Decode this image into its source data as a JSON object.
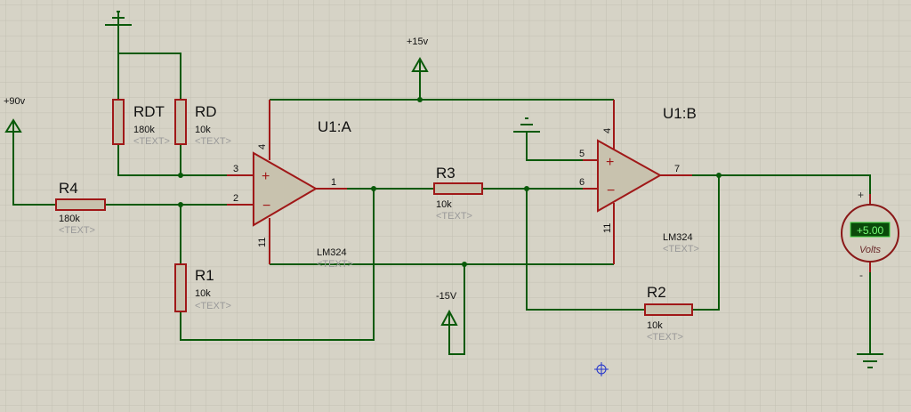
{
  "colors": {
    "wire": "#0a5a0a",
    "pin": "#a01818",
    "body": "#c8c2ae",
    "background": "#d6d3c6",
    "grid": "#c2bfb2"
  },
  "power": {
    "v90": "+90v",
    "v15p": "+15v",
    "v15n": "-15V"
  },
  "resistors": [
    {
      "ref": "RDT",
      "value": "180k",
      "text": "<TEXT>"
    },
    {
      "ref": "RD",
      "value": "10k",
      "text": "<TEXT>"
    },
    {
      "ref": "R4",
      "value": "180k",
      "text": "<TEXT>"
    },
    {
      "ref": "R1",
      "value": "10k",
      "text": "<TEXT>"
    },
    {
      "ref": "R3",
      "value": "10k",
      "text": "<TEXT>"
    },
    {
      "ref": "R2",
      "value": "10k",
      "text": "<TEXT>"
    }
  ],
  "opamps": [
    {
      "ref": "U1:A",
      "part": "LM324",
      "text": "<TEXT>",
      "pins": {
        "in_plus": "3",
        "in_minus": "2",
        "out": "1",
        "vcc": "4",
        "vee": "11"
      }
    },
    {
      "ref": "U1:B",
      "part": "LM324",
      "text": "<TEXT>",
      "pins": {
        "in_plus": "5",
        "in_minus": "6",
        "out": "7",
        "vcc": "4",
        "vee": "11"
      }
    }
  ],
  "voltmeter": {
    "reading": "+5.00",
    "unit": "Volts",
    "plus": "+",
    "minus": "-"
  }
}
